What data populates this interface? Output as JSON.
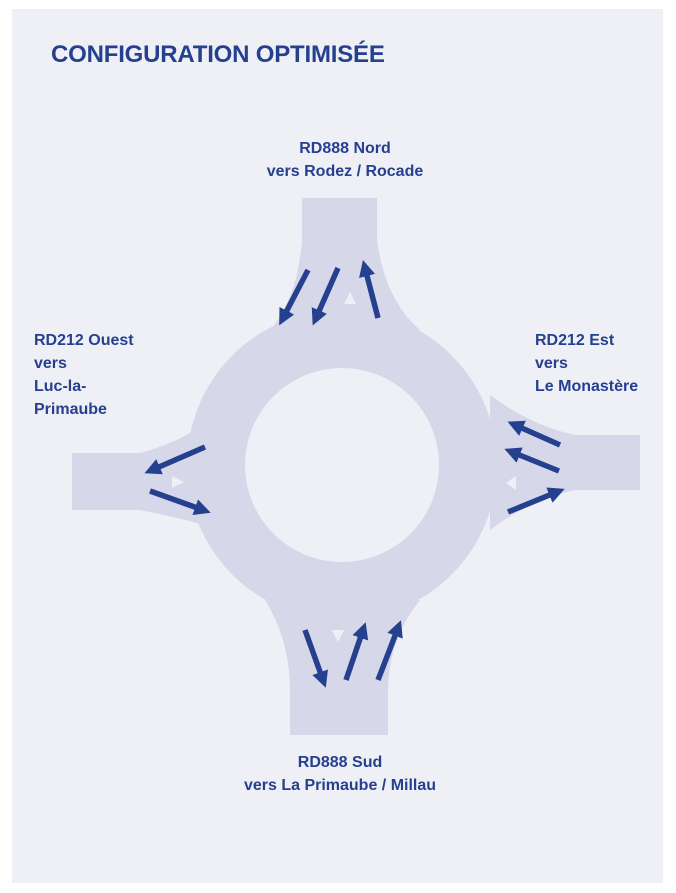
{
  "title": "CONFIGURATION OPTIMISÉE",
  "colors": {
    "background": "#efeff6",
    "road": "#d6d8ea",
    "island": "#efeff6",
    "arrow": "#25408f",
    "text": "#25408f"
  },
  "branches": {
    "north": {
      "lines": [
        "RD888 Nord",
        "vers Rodez / Rocade"
      ]
    },
    "west": {
      "lines": [
        "RD212 Ouest",
        "vers",
        "Luc-la-",
        "Primaube"
      ]
    },
    "east": {
      "lines": [
        "RD212 Est",
        "vers",
        "Le Monastère"
      ]
    },
    "south": {
      "lines": [
        "RD888 Sud",
        "vers La Primaube / Millau"
      ]
    }
  },
  "lanes": {
    "north": {
      "in": 2,
      "out": 1
    },
    "west": {
      "in": 1,
      "out": 1
    },
    "east": {
      "in": 2,
      "out": 1
    },
    "south": {
      "in": 2,
      "out": 1
    }
  }
}
